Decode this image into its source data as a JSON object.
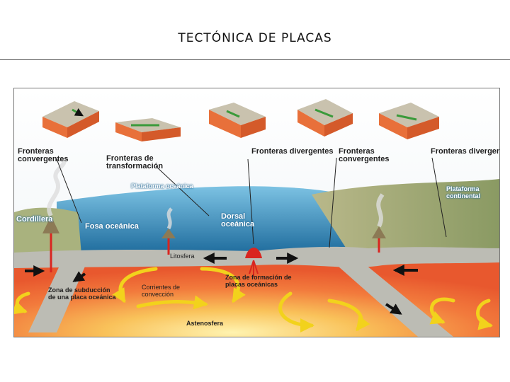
{
  "slide": {
    "title": "TECTÓNICA DE PLACAS"
  },
  "diagram": {
    "labels": {
      "fronteras_convergentes_1": "Fronteras convergentes",
      "fronteras_transformacion": "Fronteras de transformación",
      "fronteras_divergentes_1": "Fronteras divergentes",
      "fronteras_convergentes_2": "Fronteras convergentes",
      "fronteras_divergentes_2": "Fronteras divergentes",
      "plataforma_oceanica": "Plataforma oceánica",
      "plataforma_continental": "Plataforma continental",
      "cordillera": "Cordillera",
      "fosa_oceanica": "Fosa oceánica",
      "dorsal_oceanica": "Dorsal oceánica",
      "litosfera": "Litosfera",
      "zona_subduccion": "Zona de subducción de una placa oceánica",
      "corrientes_conveccion": "Corrientes de convección",
      "zona_formacion": "Zona de formación de placas oceánicas",
      "astenosfera": "Astenosfera"
    },
    "colors": {
      "ocean": "#2f7fb0",
      "mantle_hot": "#f0603a",
      "mantle_warm": "#f6a04a",
      "lithosphere": "#bcbcb4",
      "magma": "#d9251f",
      "arrows": "#f2d21c",
      "block_top": "#c9c2ae",
      "block_side": "#e8703a"
    }
  }
}
